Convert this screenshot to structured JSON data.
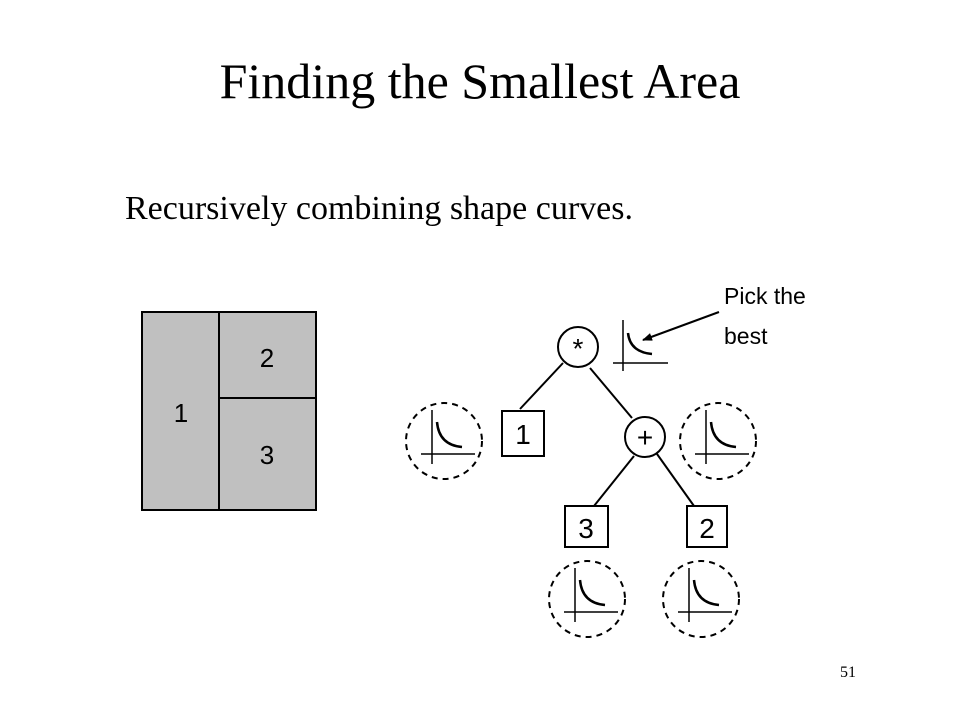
{
  "slide": {
    "title": "Finding the Smallest Area",
    "subtitle": "Recursively combining shape curves.",
    "page_number": "51"
  },
  "floorplan": {
    "blocks": [
      {
        "label": "1"
      },
      {
        "label": "2"
      },
      {
        "label": "3"
      }
    ],
    "fill": "#c0c0c0"
  },
  "tree": {
    "root_operator": "*",
    "plus_operator": "+",
    "leaf_1": "1",
    "leaf_3": "3",
    "leaf_2": "2",
    "annotation": [
      "Pick the",
      "best"
    ]
  }
}
